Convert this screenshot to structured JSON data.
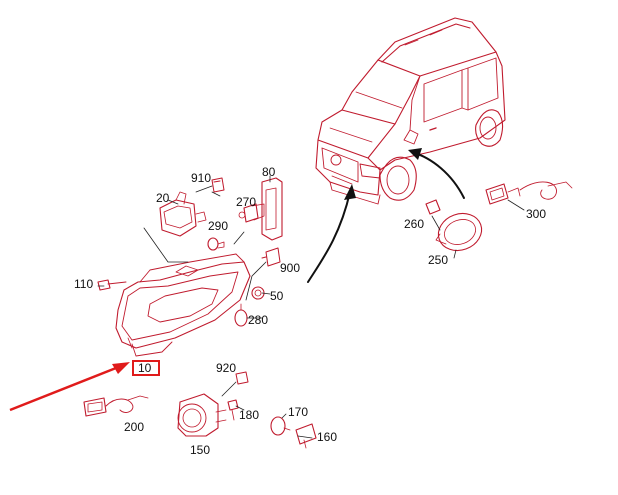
{
  "diagram": {
    "parts": [
      {
        "key": "p910",
        "label": "910"
      },
      {
        "key": "p80",
        "label": "80"
      },
      {
        "key": "p20",
        "label": "20"
      },
      {
        "key": "p270",
        "label": "270"
      },
      {
        "key": "p290",
        "label": "290"
      },
      {
        "key": "p900",
        "label": "900"
      },
      {
        "key": "p110",
        "label": "110"
      },
      {
        "key": "p50",
        "label": "50"
      },
      {
        "key": "p280",
        "label": "280"
      },
      {
        "key": "p10",
        "label": "10"
      },
      {
        "key": "p920",
        "label": "920"
      },
      {
        "key": "p180",
        "label": "180"
      },
      {
        "key": "p170",
        "label": "170"
      },
      {
        "key": "p160",
        "label": "160"
      },
      {
        "key": "p200",
        "label": "200"
      },
      {
        "key": "p150",
        "label": "150"
      },
      {
        "key": "p260",
        "label": "260"
      },
      {
        "key": "p250",
        "label": "250"
      },
      {
        "key": "p300",
        "label": "300"
      }
    ],
    "highlighted_part": "10",
    "colors": {
      "line": "#c01b2e",
      "annotation": "#e01b1b",
      "ink": "#111111"
    }
  }
}
